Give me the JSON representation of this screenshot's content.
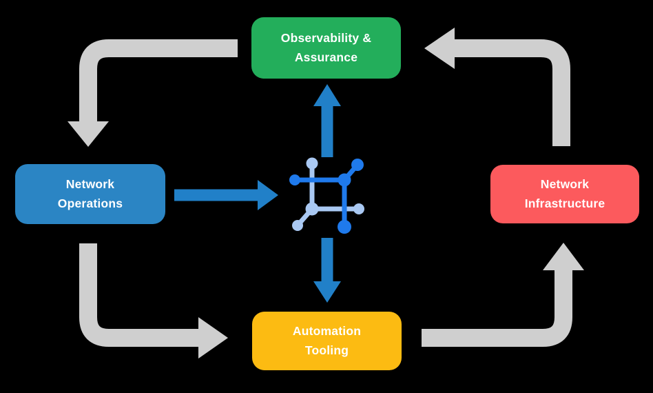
{
  "title": "Network automation cycle diagram",
  "colors": {
    "background": "#000000",
    "arrow_gray": "#CFCFCF",
    "arrow_blue": "#2180C8",
    "icon_dark_blue": "#1F7AEC",
    "icon_light_blue": "#A9C8F2",
    "text": "#FFFFFF",
    "observability_green": "#23AE5B",
    "operations_blue": "#2B85C4",
    "infrastructure_red": "#FC5A5D",
    "automation_yellow": "#FCBB12"
  },
  "nodes": {
    "observability": {
      "label": "Observability &\nAssurance",
      "color": "#23AE5B"
    },
    "operations": {
      "label": "Network\nOperations",
      "color": "#2B85C4"
    },
    "infrastructure": {
      "label": "Network\nInfrastructure",
      "color": "#FC5A5D"
    },
    "automation": {
      "label": "Automation\nTooling",
      "color": "#FCBB12"
    }
  },
  "center_icon": "network-automation-icon",
  "flows": [
    {
      "from": "observability",
      "to": "operations",
      "style": "gray-curved",
      "direction": "down"
    },
    {
      "from": "operations",
      "to": "automation",
      "style": "gray-curved",
      "direction": "right"
    },
    {
      "from": "automation",
      "to": "infrastructure",
      "style": "gray-curved",
      "direction": "up"
    },
    {
      "from": "infrastructure",
      "to": "observability",
      "style": "gray-curved",
      "direction": "left"
    },
    {
      "from": "operations",
      "to": "center-icon",
      "style": "blue-straight",
      "direction": "right"
    },
    {
      "from": "center-icon",
      "to": "observability",
      "style": "blue-straight",
      "direction": "up"
    },
    {
      "from": "center-icon",
      "to": "automation",
      "style": "blue-straight",
      "direction": "down"
    }
  ]
}
